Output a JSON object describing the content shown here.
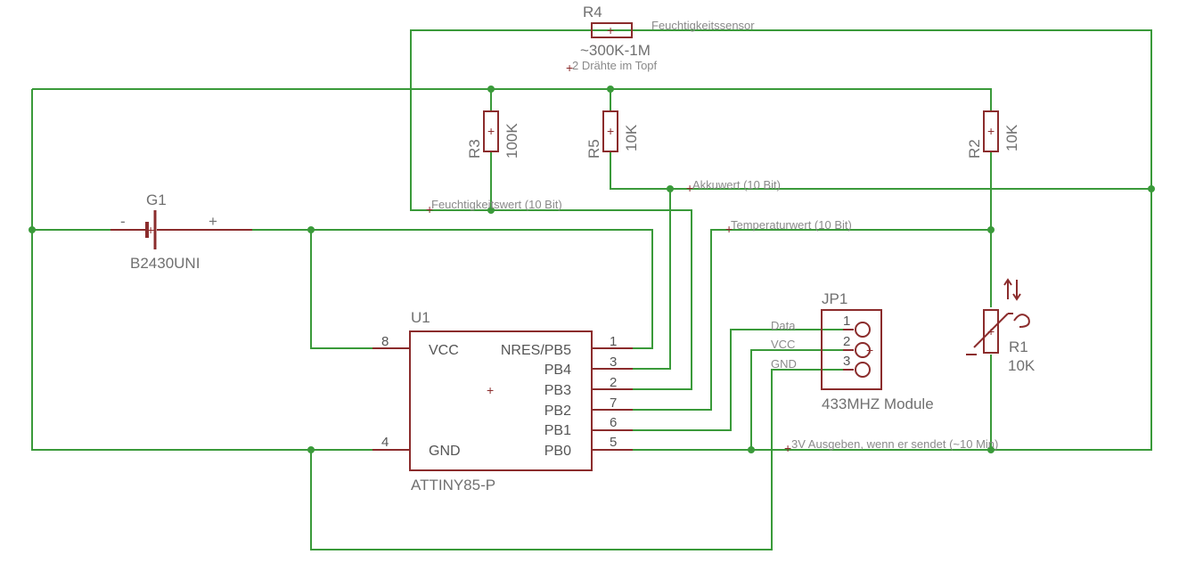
{
  "components": {
    "r4": {
      "name": "R4",
      "value": "~300K-1M",
      "attr1": "Feuchtigkeitssensor",
      "attr2": "2 Drähte im Topf"
    },
    "r3": {
      "name": "R3",
      "value": "100K"
    },
    "r5": {
      "name": "R5",
      "value": "10K"
    },
    "r2": {
      "name": "R2",
      "value": "10K"
    },
    "r1": {
      "name": "R1",
      "value": "10K"
    },
    "g1": {
      "name": "G1",
      "value": "B2430UNI",
      "minus": "-",
      "plus": "+"
    },
    "u1": {
      "name": "U1",
      "value": "ATTINY85-P",
      "left_pins": [
        {
          "label": "VCC",
          "num": "8"
        },
        {
          "label": "GND",
          "num": "4"
        }
      ],
      "right_pins": [
        {
          "label": "NRES/PB5",
          "num": "1"
        },
        {
          "label": "PB4",
          "num": "3"
        },
        {
          "label": "PB3",
          "num": "2"
        },
        {
          "label": "PB2",
          "num": "7"
        },
        {
          "label": "PB1",
          "num": "6"
        },
        {
          "label": "PB0",
          "num": "5"
        }
      ]
    },
    "jp1": {
      "name": "JP1",
      "value": "433MHZ Module",
      "pins": [
        {
          "num": "1",
          "net": "Data"
        },
        {
          "num": "2",
          "net": "VCC"
        },
        {
          "num": "3",
          "net": "GND"
        }
      ]
    }
  },
  "net_labels": {
    "feuchtigkeit": "Feuchtigkeitswert (10 Bit)",
    "akku": "Akkuwert (10 Bit)",
    "temperatur": "Temperaturwert (10 Bit)",
    "ausgeben": "3V Ausgeben, wenn er sendet (~10 Min)"
  },
  "colors": {
    "wire": "#3a9a3a",
    "part": "#8b2c2c",
    "text": "#707070",
    "background": "#ffffff"
  }
}
